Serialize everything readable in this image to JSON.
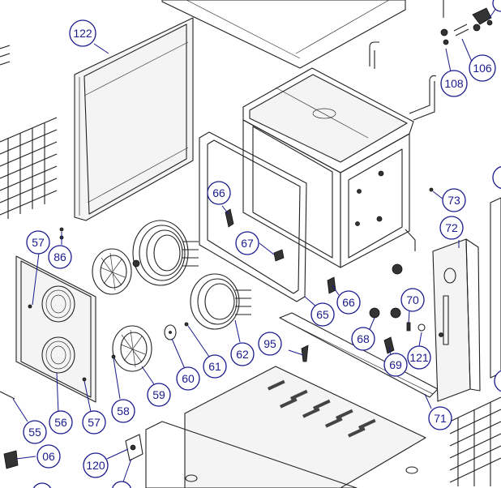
{
  "callouts": [
    {
      "id": "c-122",
      "label": "122"
    },
    {
      "id": "c-106",
      "label": "106"
    },
    {
      "id": "c-108",
      "label": "108"
    },
    {
      "id": "c-66a",
      "label": "66"
    },
    {
      "id": "c-67",
      "label": "67"
    },
    {
      "id": "c-73",
      "label": "73"
    },
    {
      "id": "c-72",
      "label": "72"
    },
    {
      "id": "c-57a",
      "label": "57"
    },
    {
      "id": "c-86",
      "label": "86"
    },
    {
      "id": "c-65",
      "label": "65"
    },
    {
      "id": "c-66b",
      "label": "66"
    },
    {
      "id": "c-70",
      "label": "70"
    },
    {
      "id": "c-68",
      "label": "68"
    },
    {
      "id": "c-95",
      "label": "95"
    },
    {
      "id": "c-69",
      "label": "69"
    },
    {
      "id": "c-121",
      "label": "121"
    },
    {
      "id": "c-62",
      "label": "62"
    },
    {
      "id": "c-61",
      "label": "61"
    },
    {
      "id": "c-60",
      "label": "60"
    },
    {
      "id": "c-59",
      "label": "59"
    },
    {
      "id": "c-58",
      "label": "58"
    },
    {
      "id": "c-55",
      "label": "55"
    },
    {
      "id": "c-56",
      "label": "56"
    },
    {
      "id": "c-57b",
      "label": "57"
    },
    {
      "id": "c-71",
      "label": "71"
    },
    {
      "id": "c-06",
      "label": "06"
    },
    {
      "id": "c-120",
      "label": "120"
    }
  ]
}
